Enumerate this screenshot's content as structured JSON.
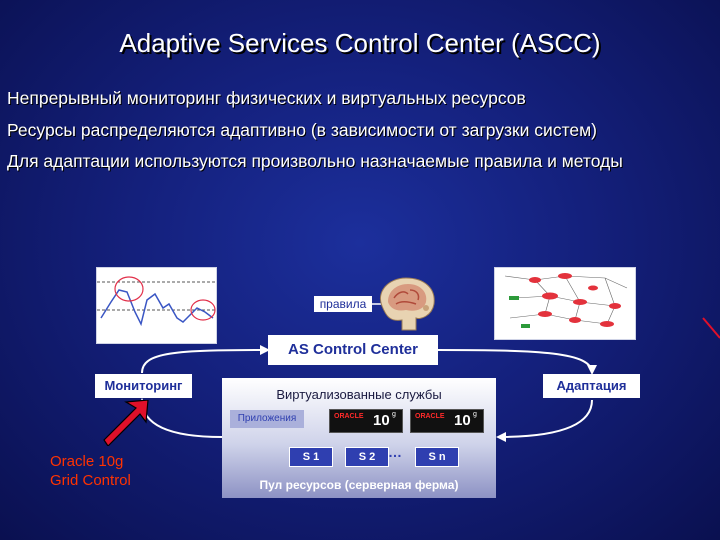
{
  "slide": {
    "title": "Adaptive Services Control Center (ASCC)",
    "bullets": [
      "Непрерывный мониторинг физических и виртуальных ресурсов",
      "Ресурсы распределяются адаптивно (в зависимости от загрузки систем)",
      "Для адаптации используются произвольно назначаемые правила и методы"
    ]
  },
  "diagram": {
    "rules_label": "правила",
    "control_center": "AS Control Center",
    "monitoring": "Мониторинг",
    "adaptation": "Адаптация",
    "virtual_services": "Виртуализованные службы",
    "applications": "Приложения",
    "servers": [
      "S 1",
      "S 2",
      "S n"
    ],
    "ellipsis": "…",
    "pool": "Пул ресурсов (серверная ферма)",
    "oracle_line1": "Oracle 10g",
    "oracle_line2": "Grid Control",
    "badge_text": "ORACLE",
    "badge_version": "10",
    "badge_suffix": "g"
  },
  "colors": {
    "background": "#14207c",
    "title_text": "#ffffff",
    "label_text": "#1f2f9a",
    "oracle_text": "#ff3300",
    "arrow": "#e0102a"
  }
}
